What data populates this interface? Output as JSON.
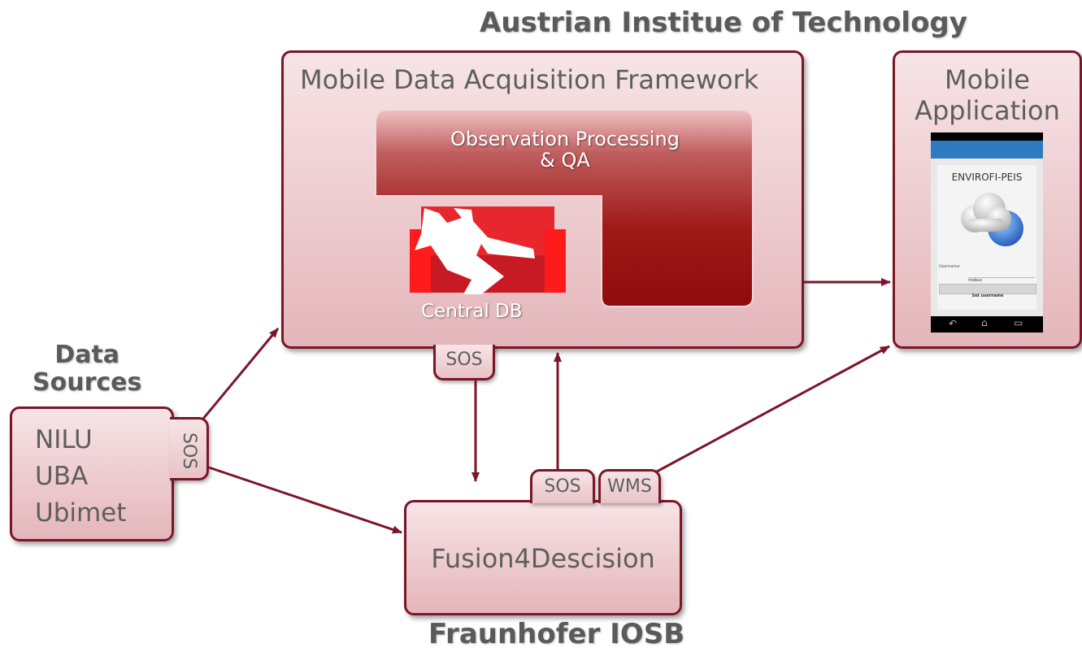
{
  "headings": {
    "ait": "Austrian Institue of Technology",
    "iosb": "Fraunhofer IOSB",
    "data_sources": [
      "Data",
      "Sources"
    ]
  },
  "framework": {
    "title": "Mobile Data Acquisition Framework",
    "processing": [
      "Observation Processing",
      "& QA"
    ],
    "db_label": "Central DB",
    "sos_tab": "SOS"
  },
  "mobile_app": {
    "title": [
      "Mobile",
      "Application"
    ],
    "app_name": "ENVIROFI-PEIS",
    "field_label": "Username",
    "field_value": "mobus",
    "button": "Set username"
  },
  "sources": {
    "items": [
      "NILU",
      "UBA",
      "Ubimet"
    ],
    "sos_tab": "SOS"
  },
  "fusion": {
    "title": "Fusion4Descision",
    "tabs": [
      "SOS",
      "WMS"
    ]
  },
  "colors": {
    "border": "#7a1628",
    "arrow": "#7a1628",
    "db_red": "#e8262e",
    "processing_dark": "#9a1010"
  }
}
